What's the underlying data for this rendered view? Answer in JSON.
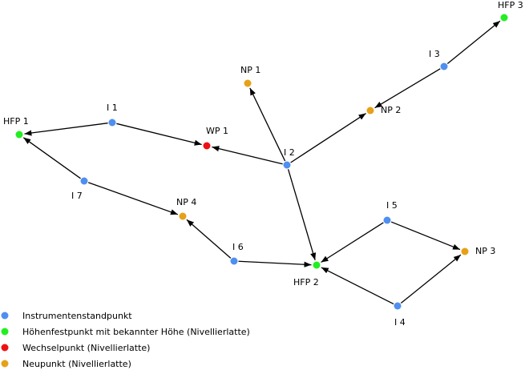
{
  "colors": {
    "instrument": "#4f8fef",
    "benchmark": "#22ee22",
    "turning": "#ee1111",
    "new": "#e6a118",
    "line": "#000000"
  },
  "nodes": [
    {
      "id": "HFP1",
      "label": "HFP 1",
      "type": "benchmark"
    },
    {
      "id": "I1",
      "label": "I 1",
      "type": "instrument"
    },
    {
      "id": "WP1",
      "label": "WP 1",
      "type": "turning"
    },
    {
      "id": "I7",
      "label": "I 7",
      "type": "instrument"
    },
    {
      "id": "NP4",
      "label": "NP 4",
      "type": "new"
    },
    {
      "id": "I6",
      "label": "I 6",
      "type": "instrument"
    },
    {
      "id": "HFP2",
      "label": "HFP 2",
      "type": "benchmark"
    },
    {
      "id": "I2",
      "label": "I 2",
      "type": "instrument"
    },
    {
      "id": "NP1",
      "label": "NP 1",
      "type": "new"
    },
    {
      "id": "NP2",
      "label": "NP 2",
      "type": "new"
    },
    {
      "id": "I3",
      "label": "I 3",
      "type": "instrument"
    },
    {
      "id": "HFP3",
      "label": "HFP 3",
      "type": "benchmark"
    },
    {
      "id": "I5",
      "label": "I 5",
      "type": "instrument"
    },
    {
      "id": "NP3",
      "label": "NP 3",
      "type": "new"
    },
    {
      "id": "I4",
      "label": "I 4",
      "type": "instrument"
    }
  ],
  "edges": [
    {
      "from": "I1",
      "to": "HFP1"
    },
    {
      "from": "I1",
      "to": "WP1"
    },
    {
      "from": "I7",
      "to": "HFP1"
    },
    {
      "from": "I7",
      "to": "NP4"
    },
    {
      "from": "I6",
      "to": "NP4"
    },
    {
      "from": "I6",
      "to": "HFP2"
    },
    {
      "from": "I2",
      "to": "WP1"
    },
    {
      "from": "I2",
      "to": "NP1"
    },
    {
      "from": "I2",
      "to": "NP2"
    },
    {
      "from": "I2",
      "to": "HFP2"
    },
    {
      "from": "I3",
      "to": "NP2"
    },
    {
      "from": "I3",
      "to": "HFP3"
    },
    {
      "from": "I5",
      "to": "HFP2"
    },
    {
      "from": "I5",
      "to": "NP3"
    },
    {
      "from": "I4",
      "to": "HFP2"
    },
    {
      "from": "I4",
      "to": "NP3"
    }
  ],
  "legend": [
    {
      "type": "instrument",
      "label": "Instrumentenstandpunkt"
    },
    {
      "type": "benchmark",
      "label": "Höhenfestpunkt mit bekannter Höhe (Nivellierlatte)"
    },
    {
      "type": "turning",
      "label": "Wechselpunkt (Nivellierlatte)"
    },
    {
      "type": "new",
      "label": "Neupunkt (Nivellierlatte)"
    }
  ]
}
